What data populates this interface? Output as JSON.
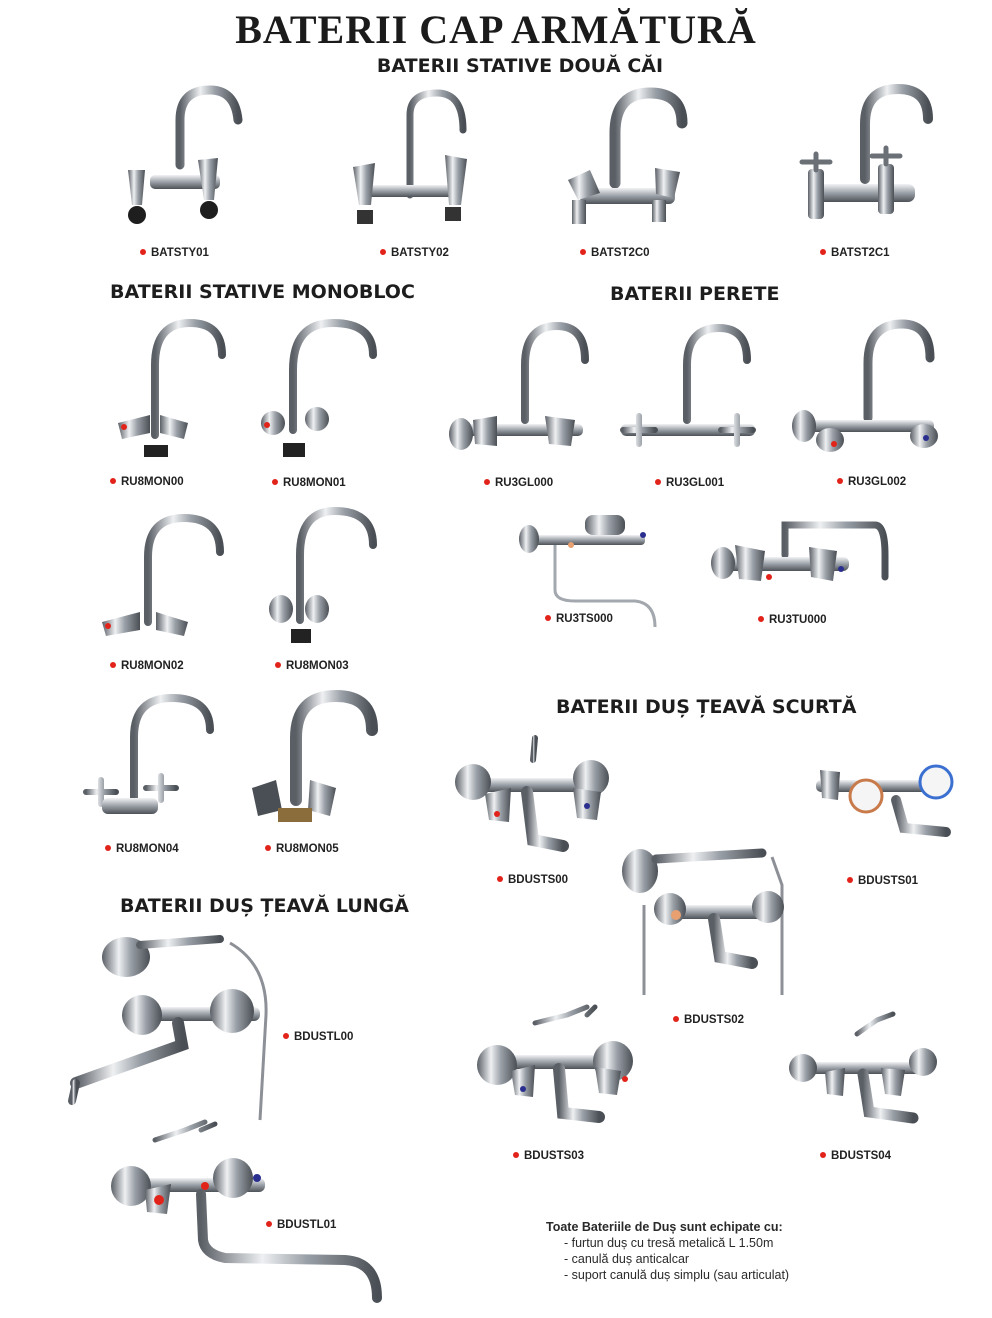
{
  "title": "BATERII CAP ARMĂTURĂ",
  "sections": {
    "stative_doua_cai": "BATERII STATIVE DOUĂ CĂI",
    "stative_monobloc": "BATERII STATIVE MONOBLOC",
    "perete": "BATERII PERETE",
    "dus_scurta": "BATERII DUȘ ȚEAVĂ SCURTĂ",
    "dus_lunga": "BATERII DUȘ ȚEAVĂ LUNGĂ"
  },
  "products": {
    "batsty01": "BATSTY01",
    "batsty02": "BATSTY02",
    "batst2c0": "BATST2C0",
    "batst2c1": "BATST2C1",
    "ru8mon00": "RU8MON00",
    "ru8mon01": "RU8MON01",
    "ru8mon02": "RU8MON02",
    "ru8mon03": "RU8MON03",
    "ru8mon04": "RU8MON04",
    "ru8mon05": "RU8MON05",
    "ru3gl000": "RU3GL000",
    "ru3gl001": "RU3GL001",
    "ru3gl002": "RU3GL002",
    "ru3ts000": "RU3TS000",
    "ru3tu000": "RU3TU000",
    "bdusts00": "BDUSTS00",
    "bdusts01": "BDUSTS01",
    "bdusts02": "BDUSTS02",
    "bdusts03": "BDUSTS03",
    "bdusts04": "BDUSTS04",
    "bdustl00": "BDUSTL00",
    "bdustl01": "BDUSTL01"
  },
  "note": {
    "intro_before": "Toate ",
    "intro_bold": "Bateriile de Duș",
    "intro_after": " sunt echipate cu:",
    "items": [
      "- furtun duș cu tresă metalică L 1.50m",
      "- canulă duș anticalcar",
      "- suport canulă duș simplu (sau articulat)"
    ]
  },
  "colors": {
    "bullet": "#e2231a",
    "hot_accent": "#e2231a",
    "cold_accent": "#2a2f8f",
    "chrome": "#8a8f96"
  }
}
